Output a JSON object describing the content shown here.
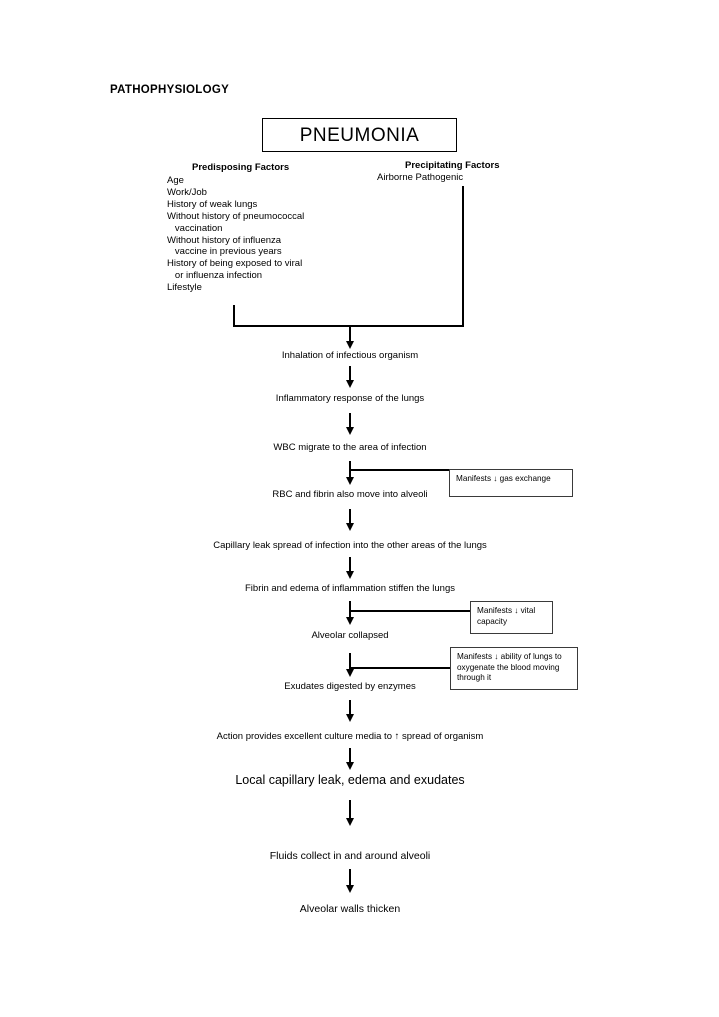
{
  "document": {
    "title": "PATHOPHYSIOLOGY"
  },
  "header_box": {
    "label": "PNEUMONIA"
  },
  "columns": {
    "predisposing": {
      "heading": "Predisposing Factors",
      "items_text": "Age\nWork/Job\nHistory of weak lungs\nWithout history of pneumococcal\n   vaccination\nWithout history of influenza\n   vaccine in previous years\nHistory of being exposed to viral\n   or influenza infection\nLifestyle"
    },
    "precipitating": {
      "heading": "Precipitating Factors",
      "items_text": "Airborne Pathogenic"
    }
  },
  "flow": {
    "steps": [
      {
        "id": "inhalation",
        "label": "Inhalation of infectious organism"
      },
      {
        "id": "inflammatory",
        "label": "Inflammatory response of the lungs"
      },
      {
        "id": "wbc-migrate",
        "label": "WBC migrate to the area of infection"
      },
      {
        "id": "rbc-fibrin",
        "label": "RBC and fibrin also move into alveoli"
      },
      {
        "id": "capillary-leak",
        "label": "Capillary leak spread of infection into the other areas of the lungs"
      },
      {
        "id": "fibrin-edema",
        "label": "Fibrin and edema of inflammation stiffen the lungs"
      },
      {
        "id": "alveolar-collapsed",
        "label": "Alveolar collapsed"
      },
      {
        "id": "exudates-digested",
        "label": "Exudates digested by enzymes"
      },
      {
        "id": "culture-media",
        "label": "Action provides excellent culture media to ↑ spread of organism"
      },
      {
        "id": "local-capillary",
        "label": "Local capillary leak, edema and exudates"
      },
      {
        "id": "fluids-collect",
        "label": "Fluids collect in and around alveoli"
      },
      {
        "id": "alveolar-walls",
        "label": "Alveolar walls thicken"
      }
    ]
  },
  "callouts": [
    {
      "id": "gas-exchange",
      "text": "Manifests ↓ gas exchange"
    },
    {
      "id": "vital-capacity",
      "text": "Manifests ↓ vital capacity"
    },
    {
      "id": "oxygenation",
      "text": "Manifests ↓ ability of lungs to oxygenate the blood moving through it"
    }
  ],
  "colors": {
    "ink": "#000000",
    "box_border": "#000000",
    "callout_border": "#3a3a3a",
    "background": "#ffffff"
  }
}
